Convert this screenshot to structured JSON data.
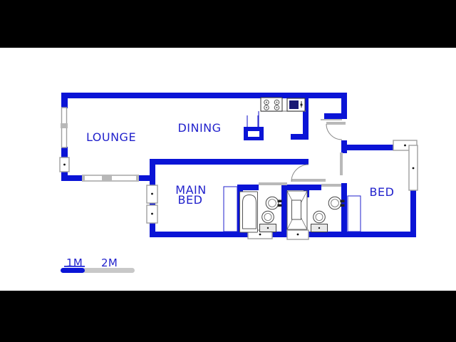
{
  "plan": {
    "labels": {
      "lounge": "LOUNGE",
      "dining": "DINING",
      "main_bed_line1": "MAIN",
      "main_bed_line2": "BED",
      "bed": "BED"
    },
    "scale": {
      "one_m": "1M",
      "two_m": "2M"
    },
    "colors": {
      "letterbox": "#000000",
      "background": "#ffffff",
      "wall_blue": "#0a14d6",
      "label_blue": "#2222cc",
      "window_gray": "#a0a0a0",
      "window_block_gray": "#b8b8b8",
      "door_gray": "#b9b9b9",
      "door_arc_gray": "#8a8a8a",
      "fixture_dark": "#444444",
      "sink_navy": "#191975",
      "scale_gray": "#c8c8c8"
    },
    "icons": [
      "stove-icon",
      "kitchen-sink-icon",
      "bathtub-icon",
      "shower-icon",
      "toilet-icon",
      "basin-icon",
      "window-icon",
      "door-swing-icon",
      "closet-icon",
      "scale-bar-icon"
    ]
  }
}
